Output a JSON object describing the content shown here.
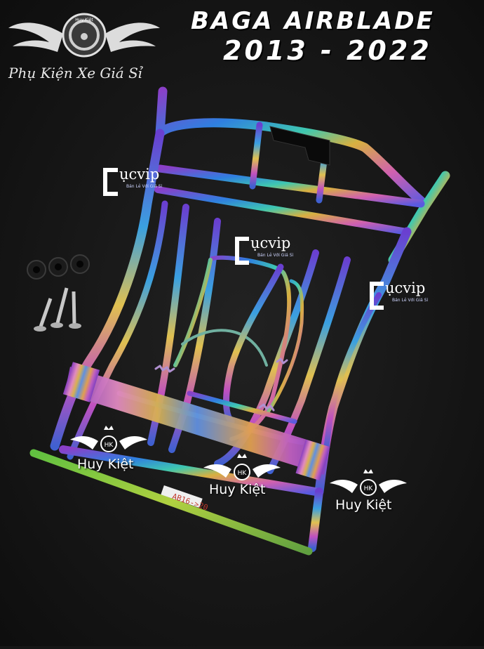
{
  "product_title_line1": "BAGA AIRBLADE",
  "product_title_line2": "2013 - 2022",
  "shop_name": "Phụ Kiện Xe Giá Sỉ",
  "shop_logo_badge": "Huy Kiệt",
  "watermark_brand": "Huy Kiệt",
  "watermark_monogram": "HK",
  "cucvip_brand": "ụcvip",
  "cucvip_tagline": "Bán Lẻ Với Giá Sỉ",
  "part_sticker": "AB16->20",
  "colors": {
    "background": "#161616",
    "chrome_purple": "#7a3fd0",
    "chrome_blue": "#2f7fe0",
    "chrome_gold": "#d8b040",
    "title_text": "#ffffff"
  }
}
